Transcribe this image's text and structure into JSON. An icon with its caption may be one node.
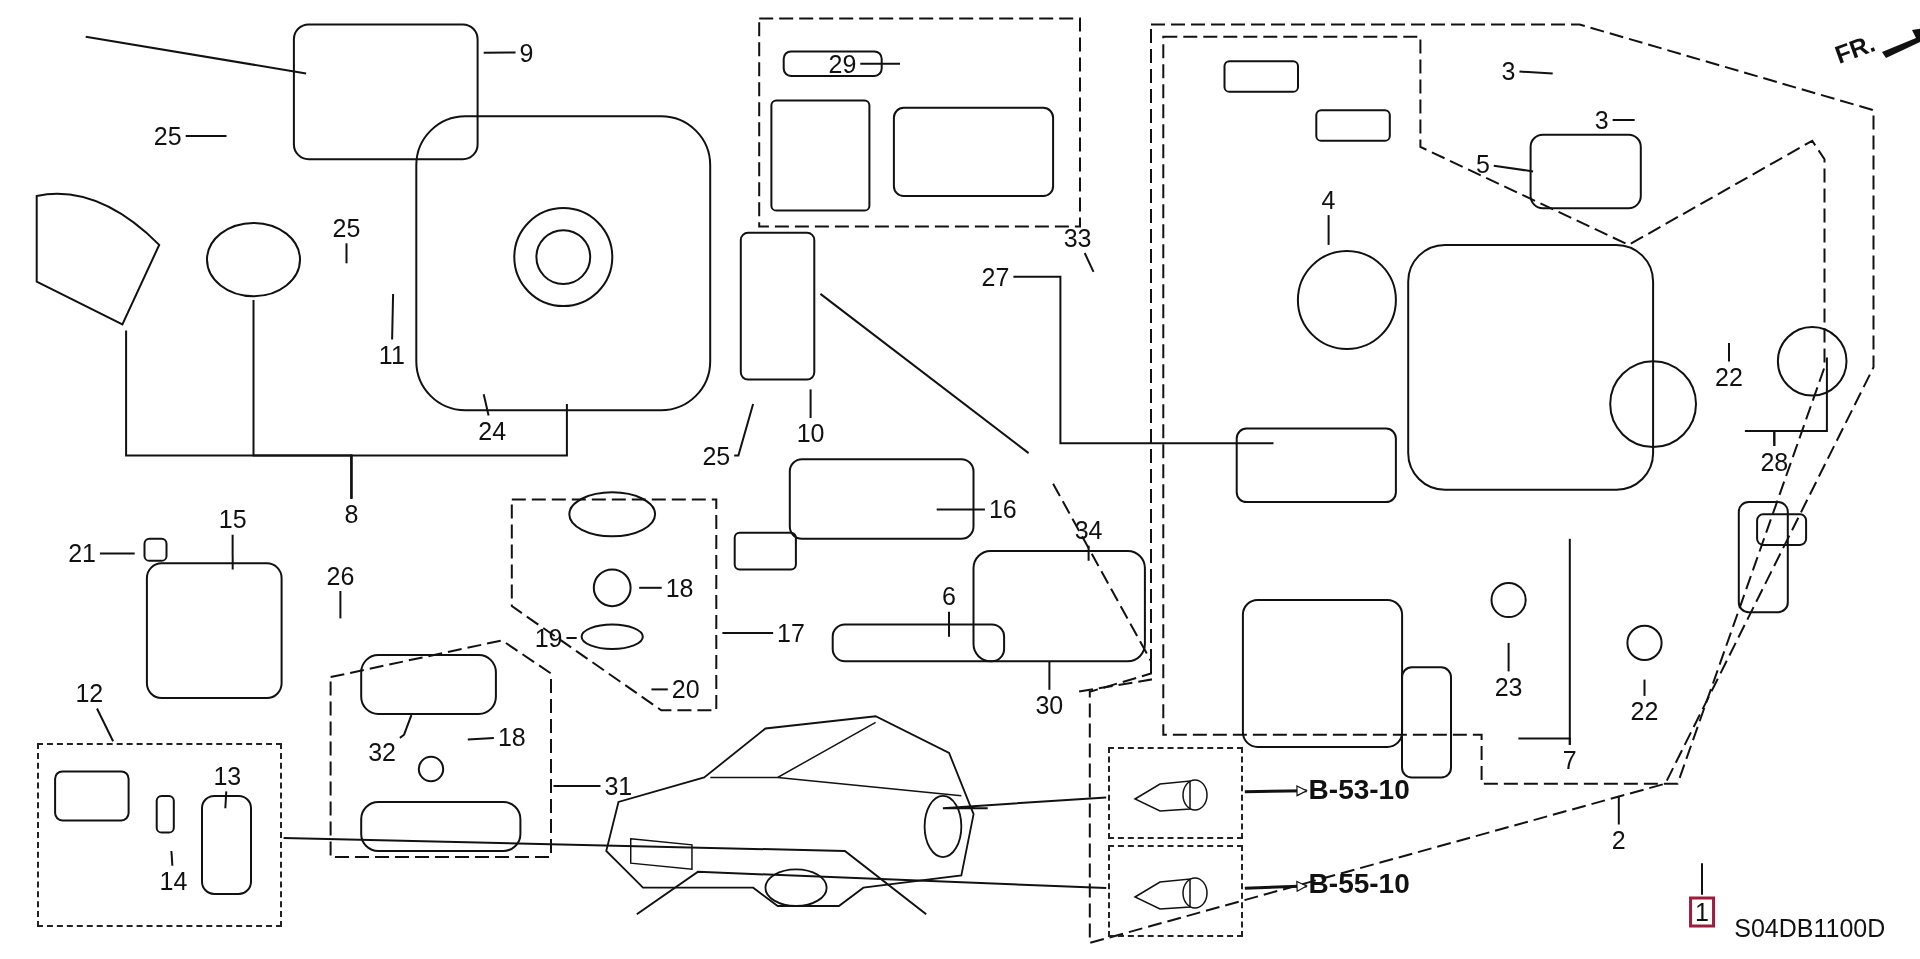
{
  "diagram": {
    "nodes": [
      {
        "text": [
          "9"
        ]
      },
      {
        "text": [
          "25"
        ]
      },
      {
        "text": [
          "25"
        ]
      },
      {
        "text": [
          "11"
        ]
      },
      {
        "text": [
          "24"
        ]
      },
      {
        "text": [
          "8"
        ]
      },
      {
        "text": [
          "29"
        ]
      },
      {
        "text": [
          "27"
        ]
      },
      {
        "text": [
          "33"
        ]
      },
      {
        "text": [
          "10"
        ]
      },
      {
        "text": [
          "25"
        ]
      },
      {
        "text": [
          "3"
        ]
      },
      {
        "text": [
          "3"
        ]
      },
      {
        "text": [
          "5"
        ]
      },
      {
        "text": [
          "4"
        ]
      },
      {
        "text": [
          "22"
        ]
      },
      {
        "text": [
          "28"
        ]
      },
      {
        "text": [
          "21"
        ]
      },
      {
        "text": [
          "15"
        ]
      },
      {
        "text": [
          "26"
        ]
      },
      {
        "text": [
          "16"
        ]
      },
      {
        "text": [
          "18"
        ]
      },
      {
        "text": [
          "19"
        ]
      },
      {
        "text": [
          "17"
        ]
      },
      {
        "text": [
          "20"
        ]
      },
      {
        "text": [
          "34"
        ]
      },
      {
        "text": [
          "6"
        ]
      },
      {
        "text": [
          "30"
        ]
      },
      {
        "text": [
          "12"
        ]
      },
      {
        "text": [
          "13"
        ],
        "in": 44
      },
      {
        "text": [
          "14"
        ],
        "in": 44
      },
      {
        "text": [
          "32"
        ]
      },
      {
        "text": [
          "18"
        ]
      },
      {
        "text": [
          "31"
        ]
      },
      {
        "text": [
          "23"
        ]
      },
      {
        "text": [
          "22"
        ]
      },
      {
        "text": [
          "7"
        ]
      },
      {
        "text": [
          "2"
        ]
      },
      {
        "text": [
          "1"
        ]
      },
      {
        "text": [
          "B-53-10"
        ]
      },
      {
        "text": [
          "B-55-10"
        ]
      },
      {
        "text": [],
        "shape": "picture"
      },
      {
        "text": [],
        "shape": "box"
      },
      {
        "text": [],
        "shape": "box"
      },
      {
        "text": [],
        "shape": "box"
      }
    ],
    "edges": [
      {
        "from": 0,
        "to": null,
        "arrow": "none"
      },
      {
        "from": 1,
        "to": null,
        "arrow": "none"
      },
      {
        "from": 2,
        "to": null,
        "arrow": "none"
      },
      {
        "from": 3,
        "to": null,
        "arrow": "none"
      },
      {
        "from": 4,
        "to": null,
        "arrow": "none"
      },
      {
        "from": 5,
        "to": null,
        "arrow": "none"
      },
      {
        "from": 5,
        "to": null,
        "arrow": "none"
      },
      {
        "from": 5,
        "to": null,
        "arrow": "none"
      },
      {
        "from": 6,
        "to": null,
        "arrow": "none"
      },
      {
        "from": 7,
        "to": null,
        "arrow": "none"
      },
      {
        "from": 8,
        "to": null,
        "arrow": "none"
      },
      {
        "from": 9,
        "to": null,
        "arrow": "none"
      },
      {
        "from": 10,
        "to": null,
        "arrow": "none"
      },
      {
        "from": 11,
        "to": null,
        "arrow": "none"
      },
      {
        "from": 12,
        "to": null,
        "arrow": "none"
      },
      {
        "from": 13,
        "to": null,
        "arrow": "none"
      },
      {
        "from": 14,
        "to": null,
        "arrow": "none"
      },
      {
        "from": 15,
        "to": null,
        "arrow": "none"
      },
      {
        "from": 16,
        "to": null,
        "arrow": "none"
      },
      {
        "from": 16,
        "to": null,
        "arrow": "none"
      },
      {
        "from": 17,
        "to": null,
        "arrow": "none"
      },
      {
        "from": 18,
        "to": null,
        "arrow": "none"
      },
      {
        "from": 19,
        "to": null,
        "arrow": "none"
      },
      {
        "from": 20,
        "to": null,
        "arrow": "none"
      },
      {
        "from": 21,
        "to": null,
        "arrow": "none"
      },
      {
        "from": 22,
        "to": null,
        "arrow": "none"
      },
      {
        "from": 23,
        "to": null,
        "arrow": "none"
      },
      {
        "from": 24,
        "to": null,
        "arrow": "none"
      },
      {
        "from": 25,
        "to": null,
        "arrow": "none"
      },
      {
        "from": 26,
        "to": null,
        "arrow": "none"
      },
      {
        "from": 27,
        "to": null,
        "arrow": "none"
      },
      {
        "from": 28,
        "to": 44,
        "arrow": "none"
      },
      {
        "from": 29,
        "to": null,
        "arrow": "none"
      },
      {
        "from": 30,
        "to": null,
        "arrow": "none"
      },
      {
        "from": 31,
        "to": null,
        "arrow": "none"
      },
      {
        "from": 32,
        "to": null,
        "arrow": "none"
      },
      {
        "from": 33,
        "to": null,
        "arrow": "none"
      },
      {
        "from": 34,
        "to": null,
        "arrow": "none"
      },
      {
        "from": 35,
        "to": null,
        "arrow": "none"
      },
      {
        "from": 36,
        "to": null,
        "arrow": "none"
      },
      {
        "from": 36,
        "to": null,
        "arrow": "none"
      },
      {
        "from": 37,
        "to": null,
        "arrow": "none"
      },
      {
        "from": 38,
        "to": null,
        "arrow": "none"
      },
      {
        "from": 42,
        "to": 39,
        "arrow": "to"
      },
      {
        "from": 43,
        "to": 40,
        "arrow": "to"
      },
      {
        "from": 41,
        "to": 42,
        "arrow": "none"
      },
      {
        "from": 41,
        "to": 43,
        "arrow": "none"
      },
      {
        "from": 41,
        "to": 44,
        "arrow": "none"
      }
    ],
    "labels": [
      "FR.",
      "S04DB1100D"
    ]
  }
}
